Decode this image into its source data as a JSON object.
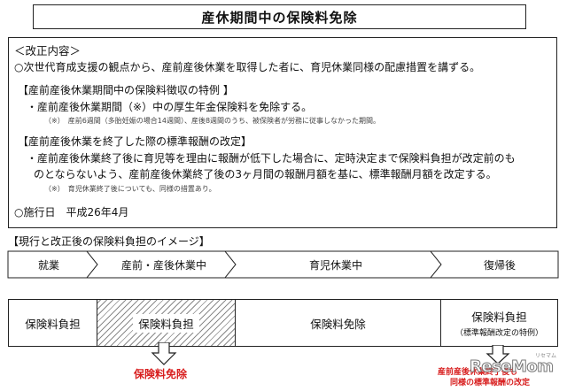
{
  "title": "産休期間中の保険料免除",
  "section_heading": "＜改正内容＞",
  "intro": "○次世代育成支援の観点から、産前産後休業を取得した者に、育児休業同様の配慮措置を講ずる。",
  "block1": {
    "heading": "【産前産後休業期間中の保険料徴収の特例 】",
    "line1_a": "・産前産後休業期間",
    "line1_b": "（※）",
    "line1_c": "中の厚生年金保険料を免除する。",
    "note": "（※）　産前6週間（多胎妊娠の場合14週間）、産後8週間のうち、被保険者が労務に従事しなかった期間。"
  },
  "block2": {
    "heading": "【産前産後休業を終了した際の標準報酬の改定】",
    "line1": "・産前産後休業終了後に育児等を理由に報酬が低下した場合に、定時決定まで保険料負担が改定前のも",
    "line2": "のとならないよう、産前産後休業終了後の3ヶ月間の報酬月額を基に、標準報酬月額を改定する。",
    "note": "（※）　育児休業終了後についても、同様の措置あり。"
  },
  "effective_date": "○施行日　平成26年4月",
  "timeline": {
    "heading": "【現行と改正後の保険料負担のイメージ】",
    "phases": [
      "就業",
      "産前・産後休業中",
      "育児休業中",
      "復帰後"
    ],
    "burdens": [
      "保険料負担",
      "保険料負担",
      "保険料免除",
      "保険料負担"
    ],
    "burden_sub": "（標準報酬改定の特例）",
    "exempt_label": "保険料免除",
    "revision_label_1": "産前産後休業終了後も",
    "revision_label_2": "同様の標準報酬の改定",
    "watermark": "ReseMom",
    "watermark_small": "リセマム"
  },
  "colors": {
    "accent_red": "#d81e1e",
    "phase_fill": "#ffffff",
    "border": "#222222"
  }
}
